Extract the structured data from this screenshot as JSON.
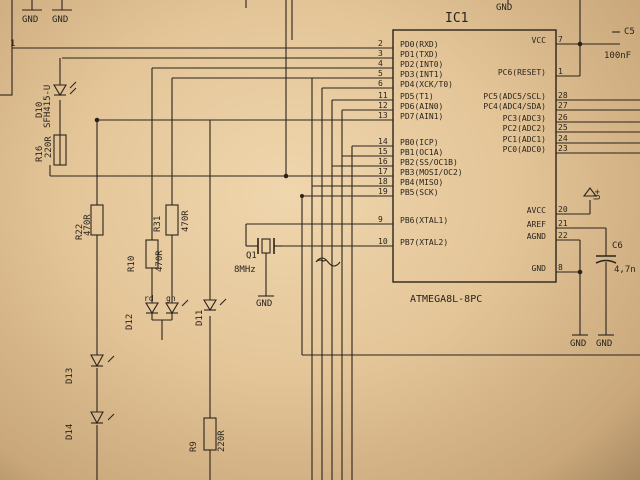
{
  "ic": {
    "name": "IC1",
    "part": "ATMEGA8L-8PC",
    "left_pins": [
      "PD0(RXD)",
      "PD1(TXD)",
      "PD2(INT0)",
      "PD3(INT1)",
      "PD4(XCK/T0)",
      "PD5(T1)",
      "PD6(AIN0)",
      "PD7(AIN1)",
      "PB0(ICP)",
      "PB1(OC1A)",
      "PB2(SS/OC1B)",
      "PB3(MOSI/OC2)",
      "PB4(MISO)",
      "PB5(SCK)",
      "PB6(XTAL1)",
      "PB7(XTAL2)"
    ],
    "left_nums": [
      "2",
      "3",
      "4",
      "5",
      "6",
      "11",
      "12",
      "13",
      "14",
      "15",
      "16",
      "17",
      "18",
      "19",
      "9",
      "10"
    ],
    "right_pins": [
      "VCC",
      "PC6(RESET)",
      "PC5(ADC5/SCL)",
      "PC4(ADC4/SDA)",
      "PC3(ADC3)",
      "PC2(ADC2)",
      "PC1(ADC1)",
      "PC0(ADC0)",
      "AVCC",
      "AREF",
      "AGND",
      "GND"
    ],
    "right_nums": [
      "7",
      "1",
      "28",
      "27",
      "26",
      "25",
      "24",
      "23",
      "20",
      "21",
      "22",
      "8"
    ]
  },
  "components": {
    "r16": "R16",
    "r16_val": "220R",
    "d10": "D10",
    "d10_val": "SFH415-U",
    "r22": "R22",
    "r22_val": "470R",
    "r31": "R31",
    "r31_val": "470R",
    "r10": "R10",
    "r10_val": "470R",
    "r9": "R9",
    "r9_val": "220R",
    "d12": "D12",
    "d11": "D11",
    "d13": "D13",
    "d14": "D14",
    "d12_rd": "rd",
    "d12_gn": "gn",
    "q1": "Q1",
    "q1_val": "8MHz",
    "c5": "C5",
    "c5_val": "100nF",
    "c6": "C6",
    "c6_val": "4,7n",
    "pin_1": "1"
  },
  "labels": {
    "gnd": "GND",
    "vplus": "U+",
    "tilde": "~"
  }
}
